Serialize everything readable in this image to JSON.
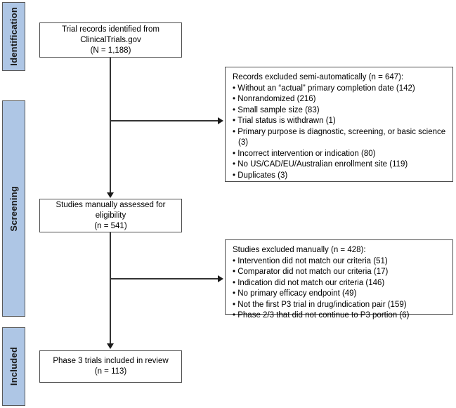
{
  "diagram": {
    "title": "PRISMA study selection flow diagram",
    "colors": {
      "stage_fill": "#aec6e5",
      "stage_border": "#595959",
      "box_border": "#4d4d4d",
      "connector": "#333333",
      "text": "#000000"
    },
    "stages": [
      {
        "id": "identification",
        "label": "Identification"
      },
      {
        "id": "screening",
        "label": "Screening"
      },
      {
        "id": "included",
        "label": "Included"
      }
    ],
    "boxes": {
      "identified": {
        "line1": "Trial records identified from",
        "line2": "ClinicalTrials.gov",
        "line3": "(N = 1,188)"
      },
      "assessed": {
        "line1": "Studies manually assessed for",
        "line2": "eligibility",
        "line3": "(n = 541)"
      },
      "included": {
        "line1": "Phase 3 trials included in review",
        "line2": "(n = 113)"
      },
      "excluded_auto": {
        "title": "Records excluded semi-automatically (n = 647):",
        "items": [
          "Without an “actual” primary completion date (142)",
          "Nonrandomized (216)",
          "Small sample size (83)",
          "Trial status is withdrawn (1)",
          "Primary purpose is diagnostic, screening, or basic science (3)",
          "Incorrect intervention or indication (80)",
          "No US/CAD/EU/Australian enrollment site (119)",
          "Duplicates (3)"
        ]
      },
      "excluded_manual": {
        "title": "Studies excluded manually (n = 428):",
        "items": [
          "Intervention did not match our criteria (51)",
          "Comparator did not match our criteria (17)",
          "Indication did not match our criteria (146)",
          "No primary efficacy endpoint (49)",
          "Not the first P3 trial in drug/indication pair (159)",
          "Phase 2/3 that did not continue to P3 portion (6)"
        ]
      }
    }
  }
}
